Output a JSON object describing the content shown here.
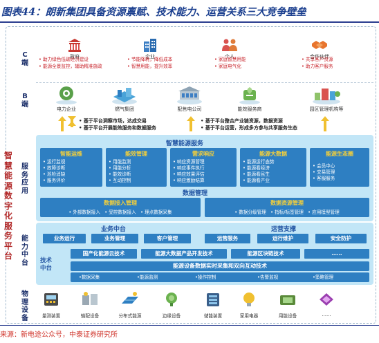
{
  "figure": {
    "title": "图表44：朗新集团具备资源禀赋、技术能力、运营关系三大竞争壁垒",
    "source": "来源：新电途公众号，中泰证券研究所"
  },
  "platform_name": "智慧能源数字化服务平台",
  "levels": {
    "c": "C端",
    "b": "B端",
    "service": "服务应用",
    "capability": "能力中台",
    "physical": "物理设备"
  },
  "c_end": {
    "entities": [
      {
        "name": "政府",
        "icon": "government-building-icon",
        "bullets": [
          "助力绿色低碳经济建设",
          "能源全景监控，辅助精准施政"
        ]
      },
      {
        "name": "企业",
        "icon": "enterprise-building-icon",
        "bullets": [
          "节能降耗，降低成本",
          "智慧用能，提升效率"
        ]
      },
      {
        "name": "个人",
        "icon": "people-icon",
        "bullets": [
          "家庭智慧用能",
          "家庭电气化"
        ]
      },
      {
        "name": "合作伙伴",
        "icon": "handshake-icon",
        "bullets": [
          "共享客户资源",
          "助力客户服务"
        ]
      }
    ]
  },
  "b_end": {
    "entities": [
      {
        "name": "电力企业",
        "icon": "power-enterprise-icon"
      },
      {
        "name": "燃气集团",
        "icon": "gas-group-icon"
      },
      {
        "name": "配售电公司",
        "icon": "power-sales-icon"
      },
      {
        "name": "能效服务商",
        "icon": "efficiency-service-icon"
      },
      {
        "name": "园区管理机构等",
        "icon": "park-management-icon"
      }
    ],
    "notes_left": [
      "基于平台洞察市场，达成交易",
      "基于平台开展能效服务和数据服务"
    ],
    "notes_right": [
      "基于平台整合产业链资源，数据资源",
      "基于平台运营，形成多方参与共享服务生态"
    ]
  },
  "services": {
    "title": "智慧能源服务",
    "cards": [
      {
        "title": "智能运维",
        "items": [
          "运行监视",
          "故障诊断",
          "巡检消缺",
          "服务评价"
        ]
      },
      {
        "title": "能效管理",
        "items": [
          "用能监测",
          "用能分析",
          "能效诊断",
          "互动控制"
        ]
      },
      {
        "title": "需求响应",
        "items": [
          "响应资源管理",
          "响应事件执行",
          "响应效果评估",
          "响应激励结算"
        ]
      },
      {
        "title": "能源大数据",
        "items": [
          "能源运行态势",
          "能源看经济",
          "能源看民生",
          "能源看产业"
        ]
      },
      {
        "title": "能源生态圈",
        "items": [
          "会员中心",
          "交易管理",
          "客服服务"
        ]
      }
    ],
    "data_mgmt": {
      "title": "数据管理",
      "access": {
        "title": "数据接入管理",
        "items": [
          "外部数据接入",
          "受控数据接入",
          "理点数据采集"
        ]
      },
      "assets": {
        "title": "数据资源管理",
        "items": [
          "数据分级管理",
          "指标/标签管理",
          "应用模型管理"
        ]
      }
    }
  },
  "capability": {
    "business": {
      "title": "业务中台",
      "items": [
        "业务运行",
        "业务管理",
        "客户管理"
      ]
    },
    "ops": {
      "title": "运营支撑",
      "items": [
        "运营服务",
        "运行维护",
        "安全防护"
      ]
    },
    "tech": {
      "title": "技术中台",
      "row1": [
        "国产化能源云技术",
        "能源大数据产品开发技术",
        "能源区块链技术",
        "……"
      ],
      "pipeline": "能源设备数据实时采集和双向互动技术",
      "pipeline_items": [
        "数据采集",
        "能源监测",
        "操作控制",
        "告警监视",
        "策略管理"
      ]
    }
  },
  "physical": {
    "devices": [
      {
        "name": "量测装置",
        "icon": "meter-icon"
      },
      {
        "name": "输配设备",
        "icon": "distribution-icon"
      },
      {
        "name": "分布式能源",
        "icon": "distributed-energy-icon"
      },
      {
        "name": "边缘设备",
        "icon": "edge-device-icon"
      },
      {
        "name": "储能装置",
        "icon": "storage-icon"
      },
      {
        "name": "家用电器",
        "icon": "appliance-icon"
      },
      {
        "name": "用能设备",
        "icon": "energy-device-icon"
      },
      {
        "name": "……",
        "icon": "more-icon"
      }
    ]
  },
  "colors": {
    "title": "#1b3f8f",
    "source": "#d0352c",
    "accent_blue": "#2e7fc2",
    "panel": "#c2e6f7",
    "highlight": "#f5d03a",
    "platform_label": "#b22a2a"
  }
}
